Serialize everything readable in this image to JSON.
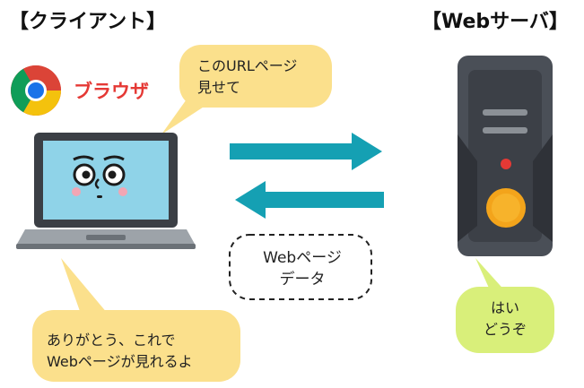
{
  "client": {
    "title": "【クライアント】",
    "browser_label": "ブラウザ"
  },
  "server": {
    "title": "【Webサーバ】"
  },
  "bubbles": {
    "request": {
      "line1": "このURLページ",
      "line2": "見せて"
    },
    "client_reply": {
      "line1": "ありがとう、これで",
      "line2": "Webページが見れるよ"
    },
    "server_reply": {
      "line1": "はい",
      "line2": "どうぞ"
    },
    "data_label": {
      "line1": "Webページ",
      "line2": "データ"
    }
  },
  "colors": {
    "bubble_yellow": "#fbe08c",
    "bubble_green": "#d9ef7a",
    "arrow_teal": "#15a0b3",
    "laptop_dark": "#3b3f45",
    "screen_blue": "#8fd3e8",
    "server_dark": "#4a4f57",
    "server_button": "#f3a41b",
    "server_led": "#e53935",
    "browser_red": "#e53935"
  },
  "icons": [
    "chrome-icon",
    "laptop-icon",
    "server-icon",
    "arrow-right-icon",
    "arrow-left-icon"
  ]
}
